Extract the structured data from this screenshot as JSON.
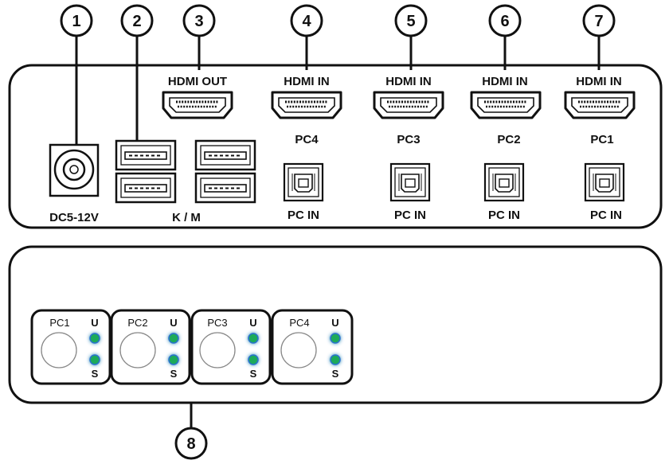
{
  "callouts": [
    "1",
    "2",
    "3",
    "4",
    "5",
    "6",
    "7",
    "8"
  ],
  "rear_panel": {
    "power_label": "DC5-12V",
    "km_label": "K / M",
    "hdmi_out_label": "HDMI OUT",
    "hdmi_in_label": "HDMI IN",
    "pc_in_label": "PC IN",
    "ports": [
      {
        "pc": "PC4"
      },
      {
        "pc": "PC3"
      },
      {
        "pc": "PC2"
      },
      {
        "pc": "PC1"
      }
    ]
  },
  "front_panel": {
    "buttons": [
      {
        "label": "PC1",
        "u": "U",
        "s": "S"
      },
      {
        "label": "PC2",
        "u": "U",
        "s": "S"
      },
      {
        "label": "PC3",
        "u": "U",
        "s": "S"
      },
      {
        "label": "PC4",
        "u": "U",
        "s": "S"
      }
    ],
    "led_color": "#1faa5a"
  }
}
